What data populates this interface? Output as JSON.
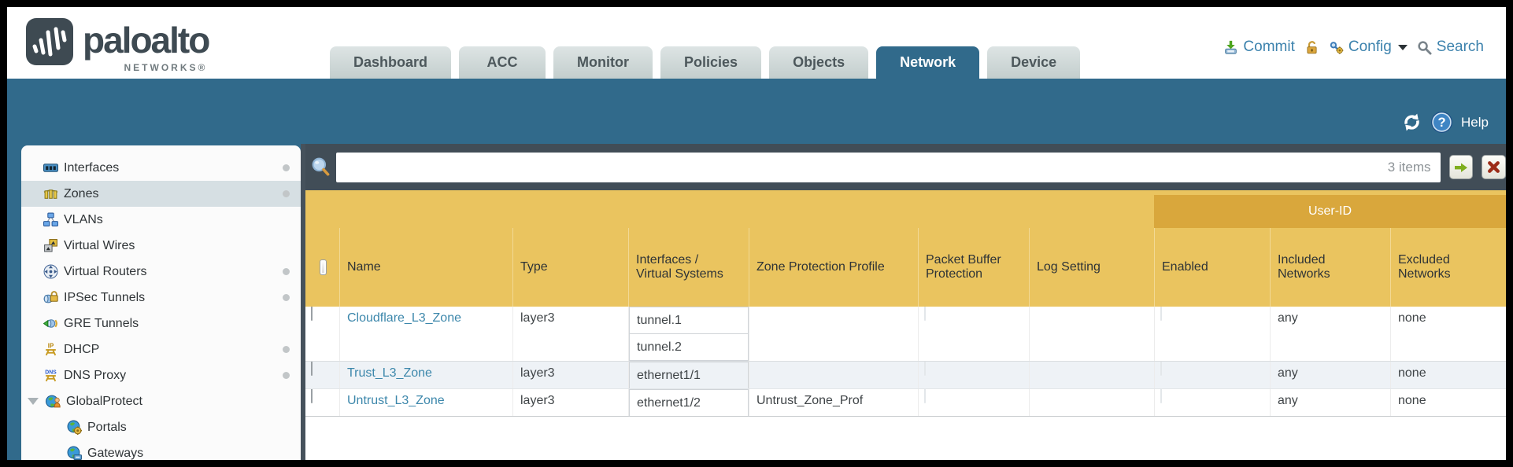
{
  "header": {
    "brand": "paloalto",
    "brand_sub": "NETWORKS®",
    "tabs": [
      {
        "label": "Dashboard",
        "active": false
      },
      {
        "label": "ACC",
        "active": false
      },
      {
        "label": "Monitor",
        "active": false
      },
      {
        "label": "Policies",
        "active": false
      },
      {
        "label": "Objects",
        "active": false
      },
      {
        "label": "Network",
        "active": true
      },
      {
        "label": "Device",
        "active": false
      }
    ],
    "commit_label": "Commit",
    "config_label": "Config",
    "search_label": "Search",
    "help_label": "Help"
  },
  "sidebar": {
    "items": [
      {
        "label": "Interfaces",
        "icon": "interfaces-icon",
        "dot": true,
        "selected": false
      },
      {
        "label": "Zones",
        "icon": "zones-icon",
        "dot": true,
        "selected": true
      },
      {
        "label": "VLANs",
        "icon": "vlans-icon",
        "dot": false,
        "selected": false
      },
      {
        "label": "Virtual Wires",
        "icon": "virtual-wires-icon",
        "dot": false,
        "selected": false
      },
      {
        "label": "Virtual Routers",
        "icon": "virtual-routers-icon",
        "dot": true,
        "selected": false
      },
      {
        "label": "IPSec Tunnels",
        "icon": "ipsec-tunnels-icon",
        "dot": true,
        "selected": false
      },
      {
        "label": "GRE Tunnels",
        "icon": "gre-tunnels-icon",
        "dot": false,
        "selected": false
      },
      {
        "label": "DHCP",
        "icon": "dhcp-icon",
        "dot": true,
        "selected": false
      },
      {
        "label": "DNS Proxy",
        "icon": "dns-proxy-icon",
        "dot": true,
        "selected": false
      },
      {
        "label": "GlobalProtect",
        "icon": "globalprotect-icon",
        "dot": false,
        "selected": false,
        "expanded": true
      },
      {
        "label": "Portals",
        "icon": "portals-icon",
        "dot": false,
        "selected": false,
        "child": true
      },
      {
        "label": "Gateways",
        "icon": "gateways-icon",
        "dot": false,
        "selected": false,
        "child": true
      }
    ]
  },
  "toolbar": {
    "filter_value": "",
    "items_count": "3 items"
  },
  "table": {
    "group_header": "User-ID",
    "columns": [
      "Name",
      "Type",
      "Interfaces / Virtual Systems",
      "Zone Protection Profile",
      "Packet Buffer Protection",
      "Log Setting",
      "Enabled",
      "Included Networks",
      "Excluded Networks"
    ],
    "rows": [
      {
        "name": "Cloudflare_L3_Zone",
        "type": "layer3",
        "interfaces": [
          "tunnel.1",
          "tunnel.2"
        ],
        "zone_protection_profile": "",
        "packet_buffer_protection": false,
        "log_setting": "",
        "user_id_enabled": false,
        "included_networks": "any",
        "excluded_networks": "none"
      },
      {
        "name": "Trust_L3_Zone",
        "type": "layer3",
        "interfaces": [
          "ethernet1/1"
        ],
        "zone_protection_profile": "",
        "packet_buffer_protection": false,
        "log_setting": "",
        "user_id_enabled": false,
        "included_networks": "any",
        "excluded_networks": "none"
      },
      {
        "name": "Untrust_L3_Zone",
        "type": "layer3",
        "interfaces": [
          "ethernet1/2"
        ],
        "zone_protection_profile": "Untrust_Zone_Prof",
        "packet_buffer_protection": false,
        "log_setting": "",
        "user_id_enabled": false,
        "included_networks": "any",
        "excluded_networks": "none"
      }
    ]
  },
  "icons": {
    "commit": "disk-with-green-down-arrow",
    "lock": "gold-open-padlock",
    "config": "blue-wrench-gold-gear",
    "search": "gray-magnifier",
    "refresh": "white-circular-arrows",
    "help": "blue-circle-question",
    "filter-search": "blue-magnifier",
    "apply-filter": "green-right-arrow-button",
    "clear-filter": "red-x-button"
  },
  "colors": {
    "band_teal": "#316a8b",
    "toolbar_slate": "#414d57",
    "header_gold": "#eac45f",
    "group_gold": "#d9a73c",
    "link_blue": "#3c87ab",
    "tool_text_blue": "#3c82ad",
    "alt_row": "#eef2f6",
    "selected_sidebar": "#d6dfe3"
  }
}
